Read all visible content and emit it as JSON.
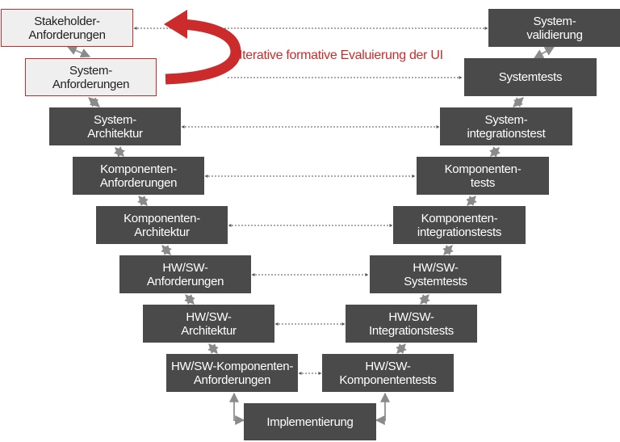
{
  "colors": {
    "box_dark": "#4a4a4a",
    "box_light": "#efefef",
    "accent_red": "#cc2b2b",
    "connector": "#9a9a9a"
  },
  "annotation": {
    "text": "Iterative formative Evaluierung der UI",
    "icon": "curved-loop-arrow-icon"
  },
  "left_branch": [
    {
      "line1": "Stakeholder-",
      "line2": "Anforderungen"
    },
    {
      "line1": "System-",
      "line2": "Anforderungen"
    },
    {
      "line1": "System-",
      "line2": "Architektur"
    },
    {
      "line1": "Komponenten-",
      "line2": "Anforderungen"
    },
    {
      "line1": "Komponenten-",
      "line2": "Architektur"
    },
    {
      "line1": "HW/SW-",
      "line2": "Anforderungen"
    },
    {
      "line1": "HW/SW-",
      "line2": "Architektur"
    },
    {
      "line1": "HW/SW-Komponenten-",
      "line2": "Anforderungen"
    }
  ],
  "right_branch": [
    {
      "line1": "System-",
      "line2": "validierung"
    },
    {
      "line1": "Systemtests",
      "line2": ""
    },
    {
      "line1": "System-",
      "line2": "integrationstest"
    },
    {
      "line1": "Komponenten-",
      "line2": "tests"
    },
    {
      "line1": "Komponenten-",
      "line2": "integrationstests"
    },
    {
      "line1": "HW/SW-",
      "line2": "Systemtests"
    },
    {
      "line1": "HW/SW-",
      "line2": "Integrationstests"
    },
    {
      "line1": "HW/SW-",
      "line2": "Komponententests"
    }
  ],
  "bottom": {
    "label": "Implementierung"
  }
}
